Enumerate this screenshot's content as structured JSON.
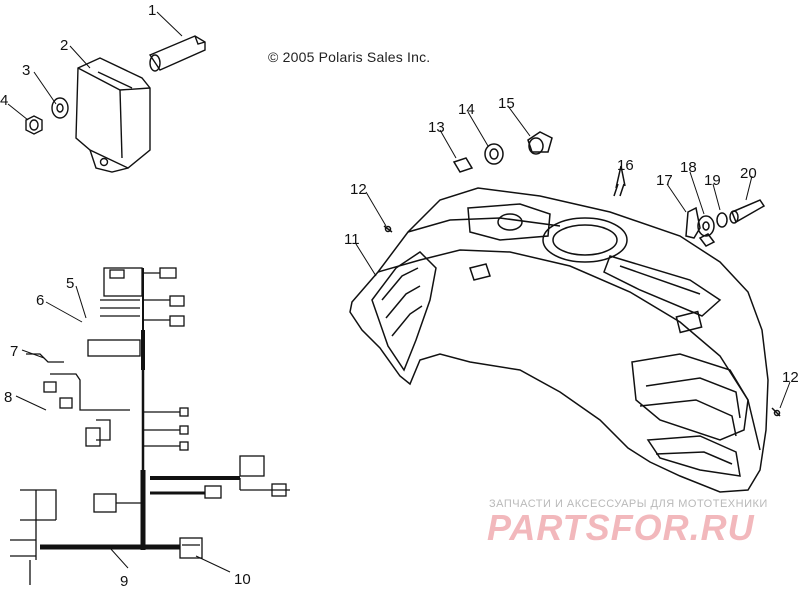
{
  "copyright": "© 2005 Polaris Sales Inc.",
  "watermark": {
    "tagline": "ЗАПЧАСТИ И АКСЕССУАРЫ ДЛЯ МОТОТЕХНИКИ",
    "logo_text": "PARTSFOR.RU",
    "logo_color": "#f2b8bc"
  },
  "callouts": [
    "1",
    "2",
    "3",
    "4",
    "5",
    "6",
    "7",
    "8",
    "9",
    "10",
    "11",
    "12",
    "12",
    "13",
    "14",
    "15",
    "16",
    "17",
    "18",
    "19",
    "20"
  ]
}
